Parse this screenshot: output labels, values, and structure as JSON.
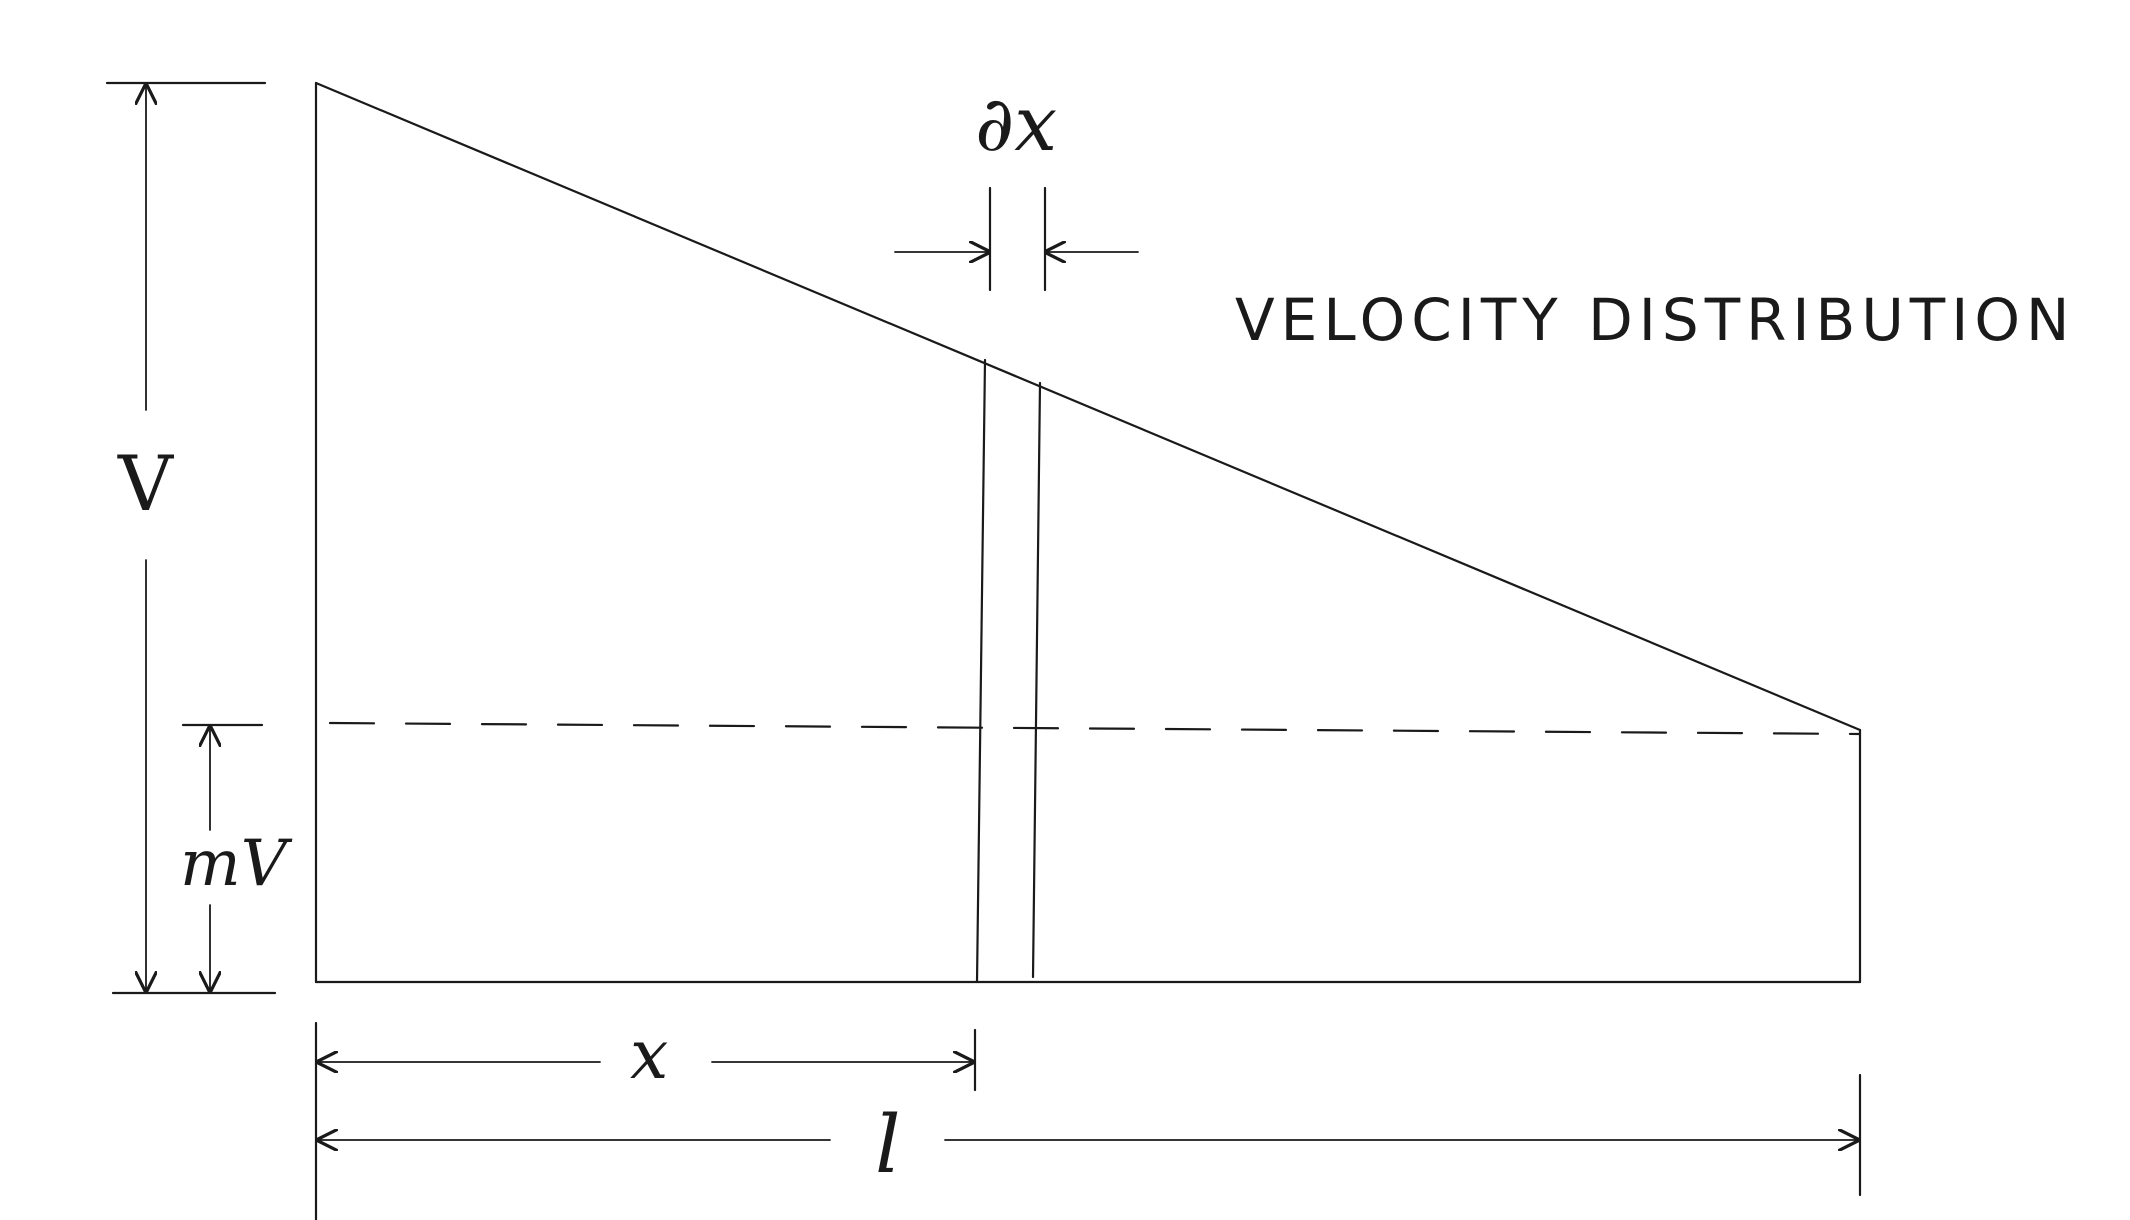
{
  "labels": {
    "title": "VELOCITY DISTRIBUTION",
    "dx": "∂x",
    "v": "V",
    "mv": "mV",
    "x": "x",
    "l": "l"
  }
}
